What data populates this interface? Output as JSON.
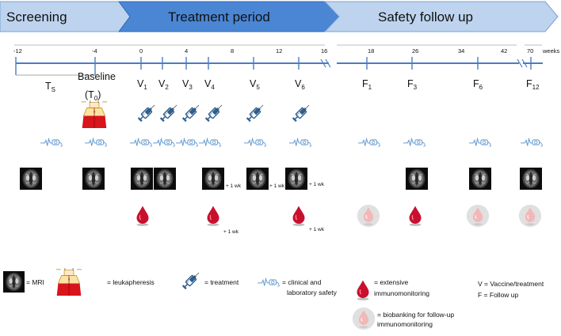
{
  "phases": [
    {
      "label": "Screening"
    },
    {
      "label": "Treatment period"
    },
    {
      "label": "Safety follow up"
    }
  ],
  "week_unit": "weeks",
  "ticks_main": [
    "-12",
    "-4",
    "0",
    "4",
    "8",
    "12",
    "16"
  ],
  "ticks_follow": [
    "18",
    "26",
    "34",
    "42"
  ],
  "tick_70": "70",
  "visits": {
    "ts": {
      "base": "T",
      "sub": "S"
    },
    "baseline": {
      "label": "Baseline",
      "paren": "(T",
      "sub": "0",
      "close": ")"
    },
    "v1": {
      "base": "V",
      "sub": "1"
    },
    "v2": {
      "base": "V",
      "sub": "2"
    },
    "v3": {
      "base": "V",
      "sub": "3"
    },
    "v4": {
      "base": "V",
      "sub": "4"
    },
    "v5": {
      "base": "V",
      "sub": "5"
    },
    "v6": {
      "base": "V",
      "sub": "6"
    },
    "f1": {
      "base": "F",
      "sub": "1"
    },
    "f3": {
      "base": "F",
      "sub": "3"
    },
    "f6": {
      "base": "F",
      "sub": "6"
    },
    "f12": {
      "base": "F",
      "sub": "12"
    }
  },
  "plus_wk": "+ 1 wk",
  "legend": {
    "mri": "= MRI",
    "leukapheresis": "= leukapheresis",
    "treatment": "= treatment",
    "clinical_1": "= clinical and",
    "clinical_2": "laboratory safety",
    "extensive_1": "= extensive",
    "extensive_2": "immunomonitoring",
    "biobank_1": "= biobanking for follow-up",
    "biobank_2": "immunomonitoring",
    "vaccine_def": "V = Vaccine/treatment",
    "follow_def": "F = Follow up"
  },
  "colors": {
    "phase_light": "#bdd3ee",
    "phase_dark": "#4a86d4",
    "timeline": "#4a7cc4",
    "blood": "#c8102e",
    "blood_light": "#f2b8b8",
    "syringe": "#2f5e8f",
    "ecg": "#6a9ed0"
  }
}
